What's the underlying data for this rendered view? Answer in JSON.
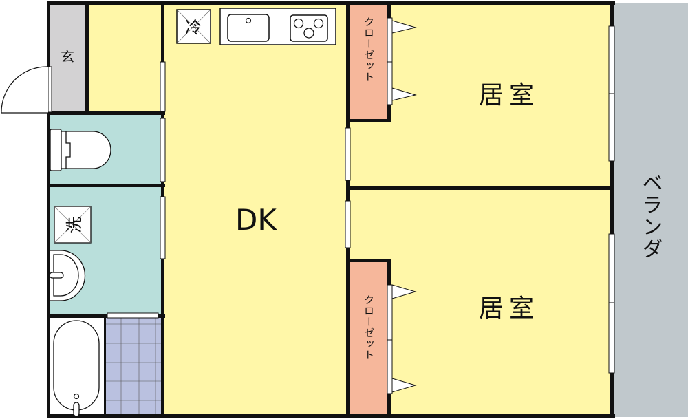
{
  "rooms": {
    "genkan": "玄",
    "fridge": "冷",
    "washer": "洗",
    "dk": "DK",
    "room1": "居室",
    "room2": "居室",
    "closet1": "クローゼット",
    "closet2": "クローゼット",
    "veranda": "ベランダ"
  },
  "colors": {
    "wall": "#111111",
    "room": "#fff7a8",
    "wet": "#b9dfdb",
    "genkan": "#d3d2d3",
    "veranda": "#c0c8cc",
    "closet": "#f6b79b",
    "tile": "#bac1e0"
  }
}
